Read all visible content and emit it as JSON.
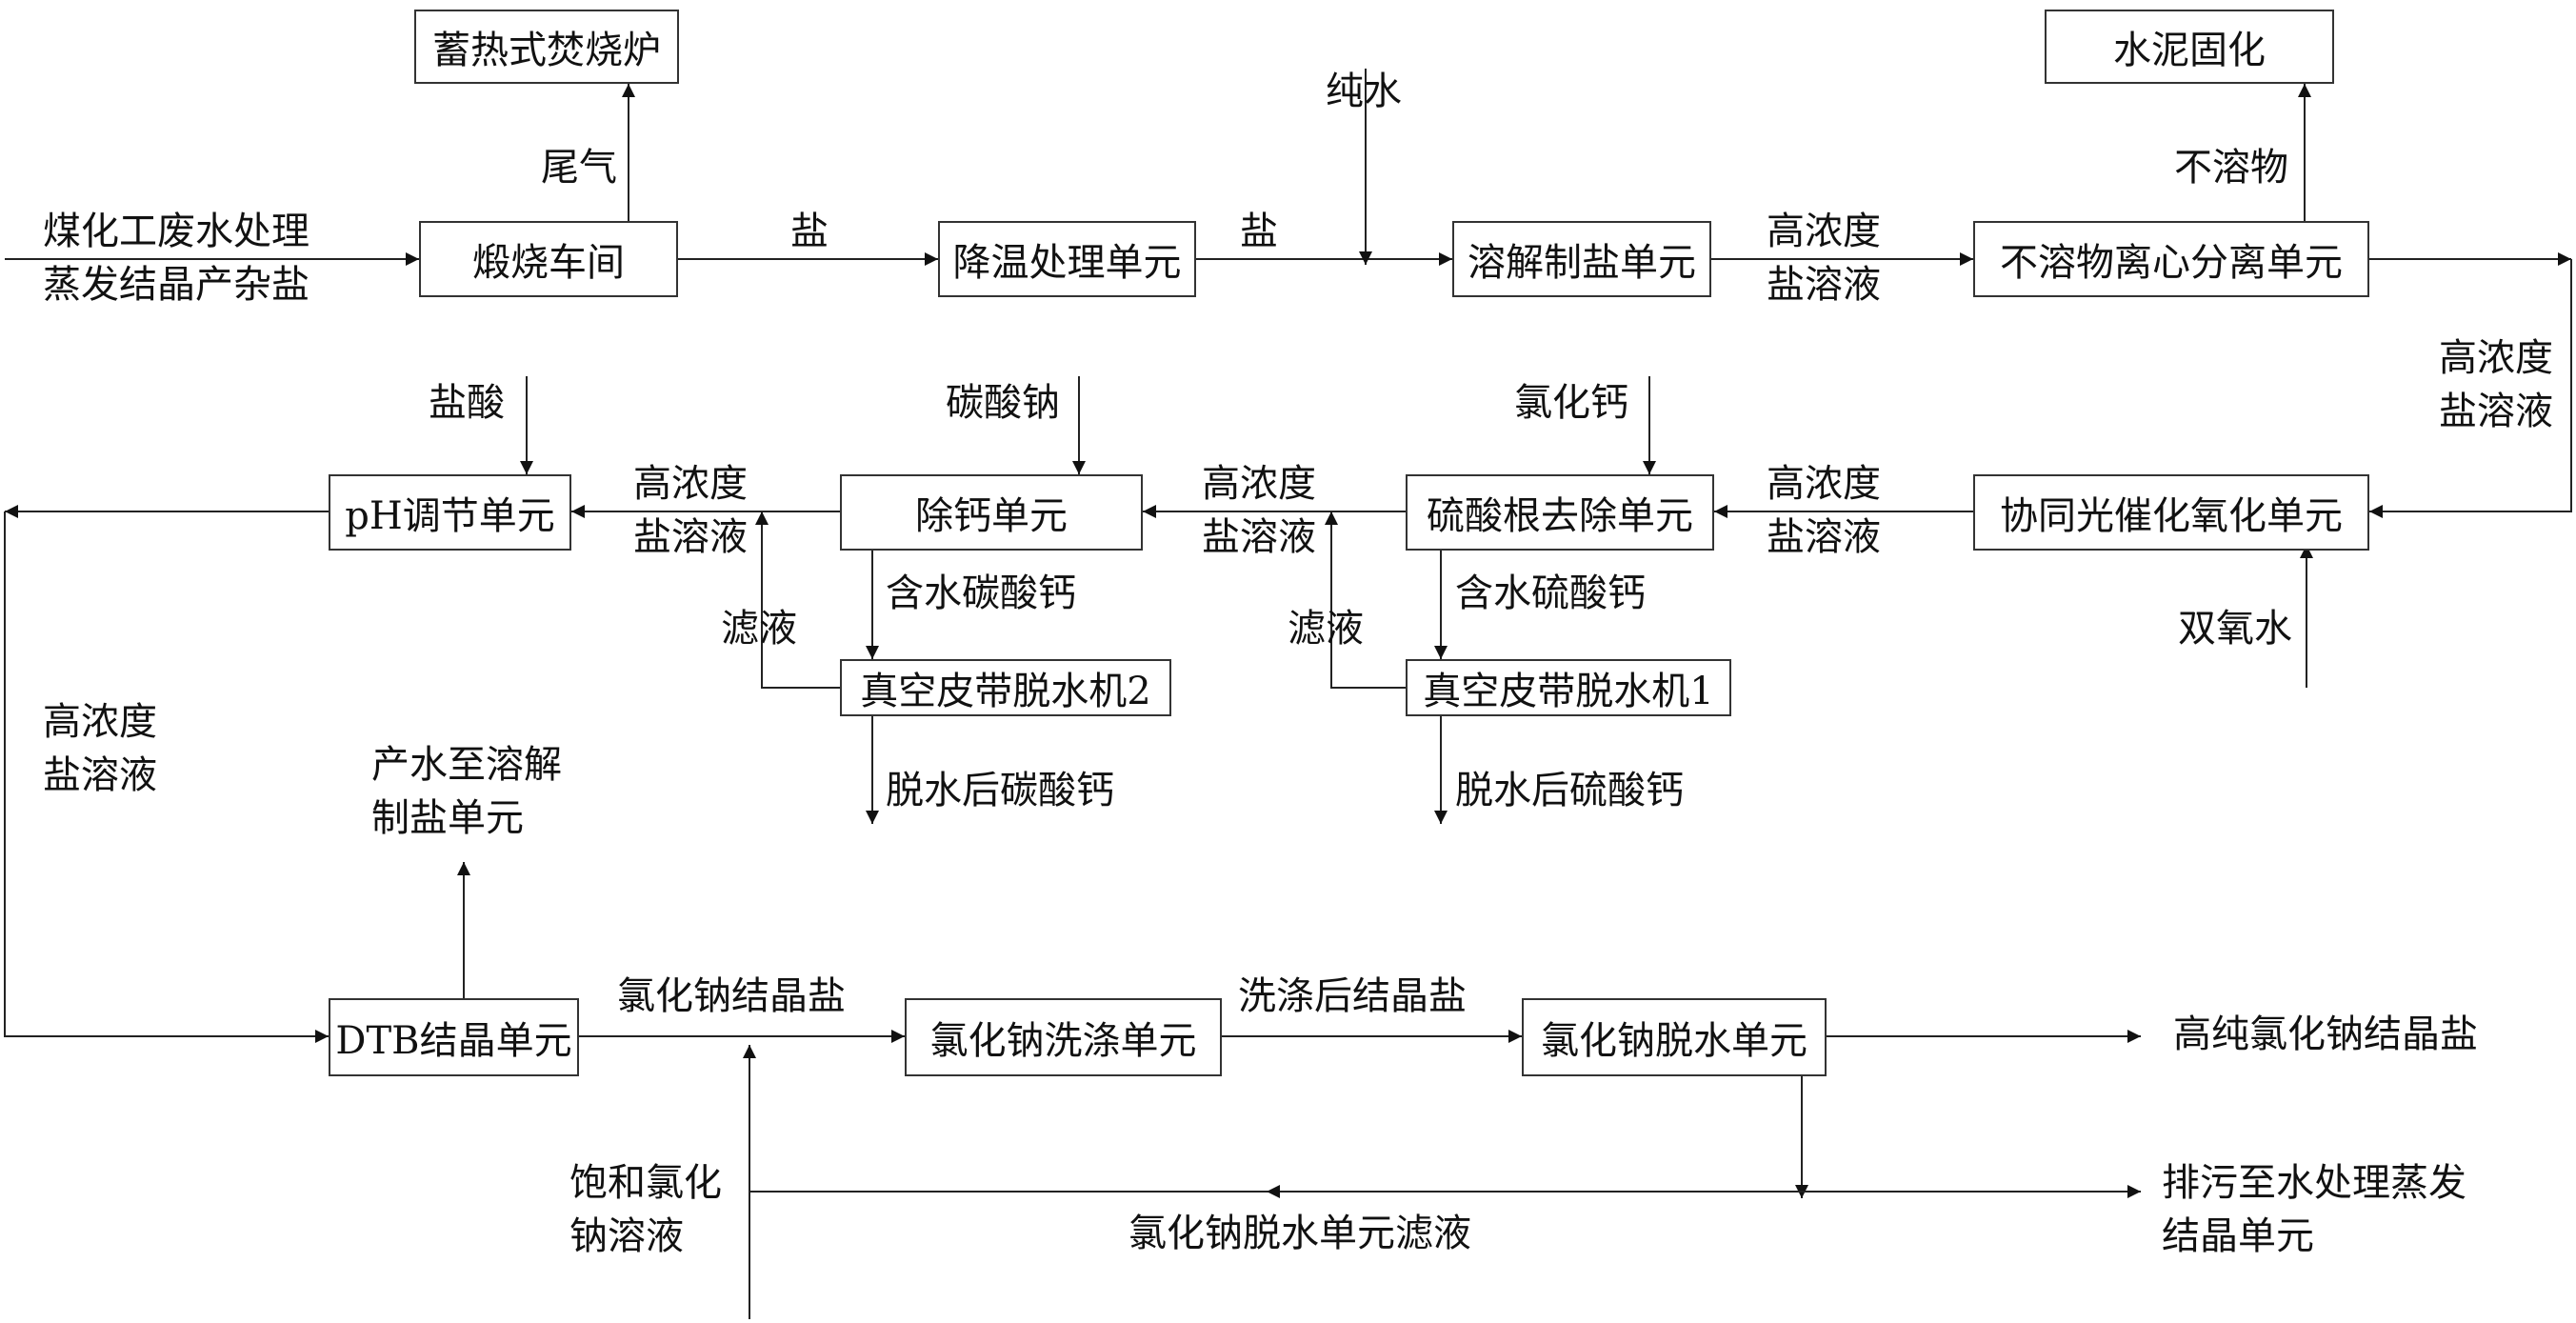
{
  "boxes": {
    "rto": "蓄热式焚烧炉",
    "calcine": "煅烧车间",
    "cooling": "降温处理单元",
    "dissolve": "溶解制盐单元",
    "insoluble_sep": "不溶物离心分离单元",
    "cement": "水泥固化",
    "photocat": "协同光催化氧化单元",
    "sulfate_removal": "硫酸根去除单元",
    "decalc": "除钙单元",
    "ph": "pH调节单元",
    "vac1": "真空皮带脱水机1",
    "vac2": "真空皮带脱水机2",
    "dtb": "DTB结晶单元",
    "wash": "氯化钠洗涤单元",
    "dewater": "氯化钠脱水单元"
  },
  "labels": {
    "input_line1": "煤化工废水处理",
    "input_line2": "蒸发结晶产杂盐",
    "tail_gas": "尾气",
    "salt_a": "盐",
    "salt_b": "盐",
    "pure_water": "纯水",
    "hc_line1": "高浓度",
    "hc_line2": "盐溶液",
    "insoluble": "不溶物",
    "h2o2": "双氧水",
    "cacl2": "氯化钙",
    "na2co3": "碳酸钠",
    "hcl": "盐酸",
    "wet_caso4": "含水硫酸钙",
    "wet_caco3": "含水碳酸钙",
    "filtrate": "滤液",
    "dry_caso4": "脱水后硫酸钙",
    "dry_caco3": "脱水后碳酸钙",
    "water_back_line1": "产水至溶解",
    "water_back_line2": "制盐单元",
    "nacl_crystal": "氯化钠结晶盐",
    "washed_crystal": "洗涤后结晶盐",
    "hp_nacl": "高纯氯化钠结晶盐",
    "discharge_line1": "排污至水处理蒸发",
    "discharge_line2": "结晶单元",
    "sat_line1": "饱和氯化",
    "sat_line2": "钠溶液",
    "dewater_filtrate": "氯化钠脱水单元滤液"
  }
}
